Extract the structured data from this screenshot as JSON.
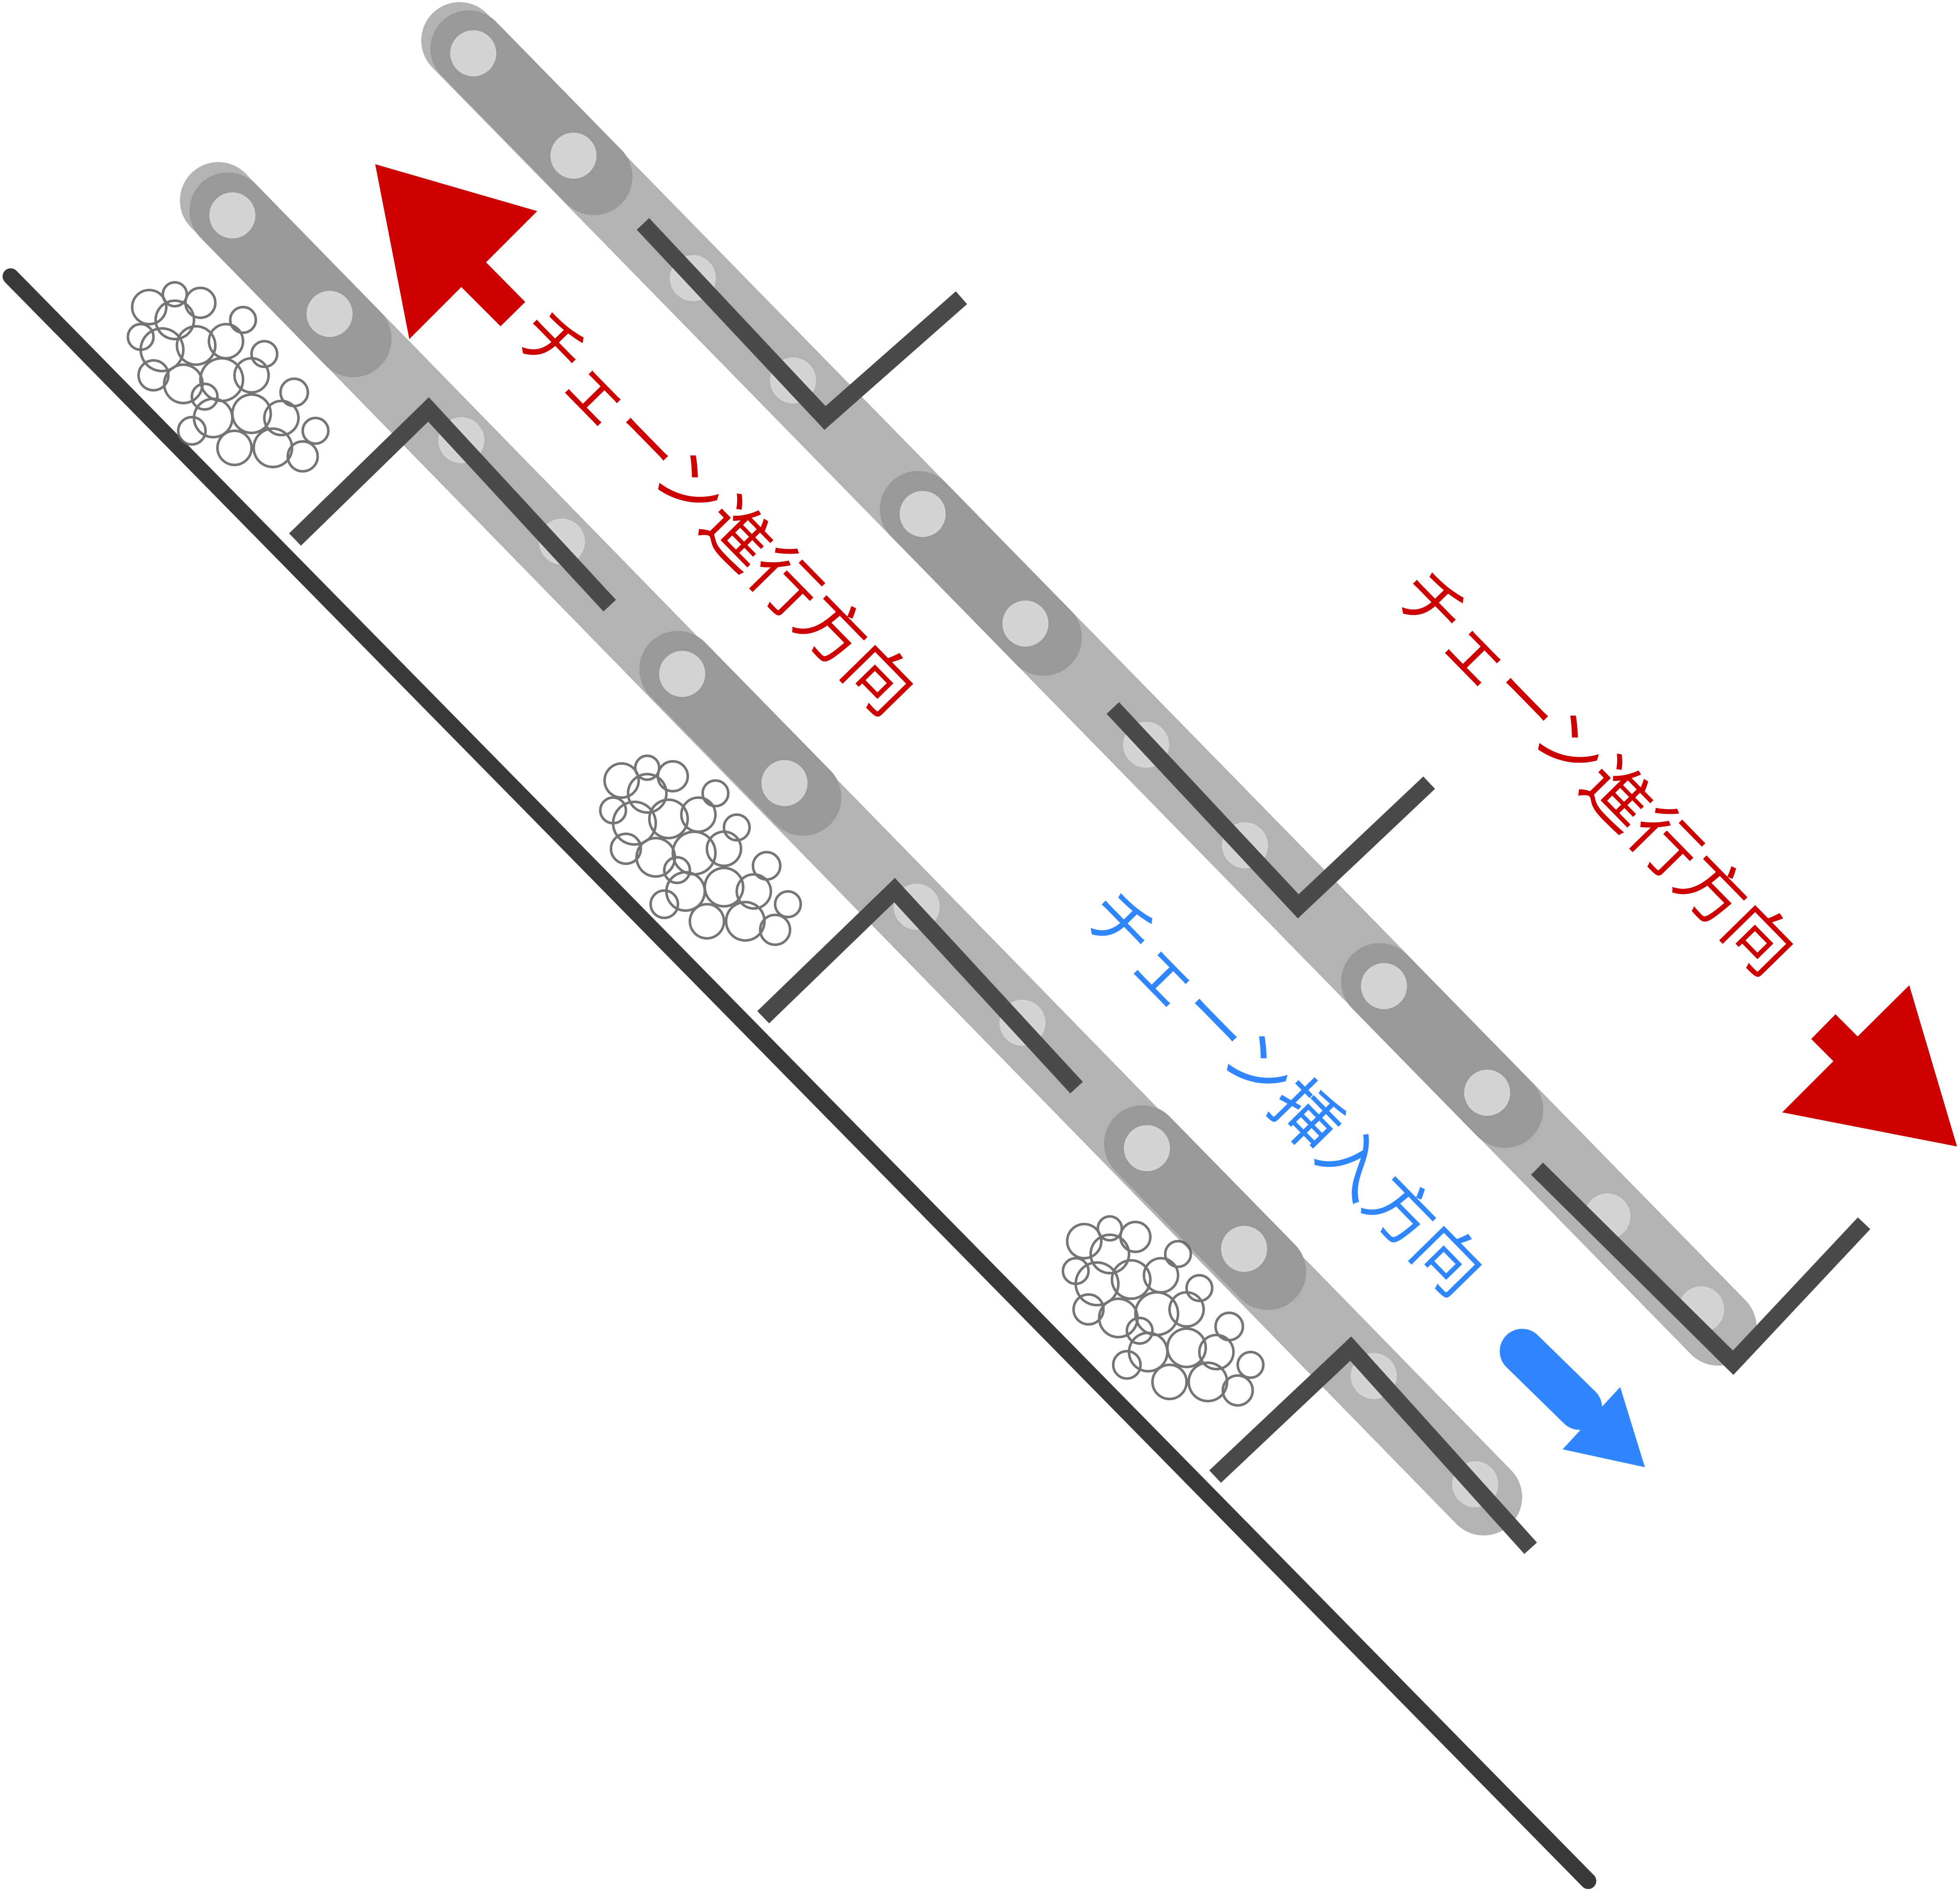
{
  "colors": {
    "background": "#ffffff",
    "conveyor_surface": "#3a3a3a",
    "chain_link_light": "#b3b3b3",
    "chain_link_dark": "#999999",
    "chain_pin": "#d4d4d4",
    "flight_bracket": "#4a4a4a",
    "chip_debris": "#666666",
    "travel_direction": "#cc0000",
    "insertion_direction": "#2f86ff"
  },
  "labels": {
    "upper_left_travel": "チェーン進行方向",
    "right_travel": "チェーン進行方向",
    "insertion": "チェーン挿入方向"
  },
  "icons": {
    "arrow_up_left": "arrow-up-left-icon",
    "arrow_down_right": "arrow-down-right-icon",
    "arrow_insert": "arrow-insert-icon",
    "chips": "metal-chips-icon"
  }
}
